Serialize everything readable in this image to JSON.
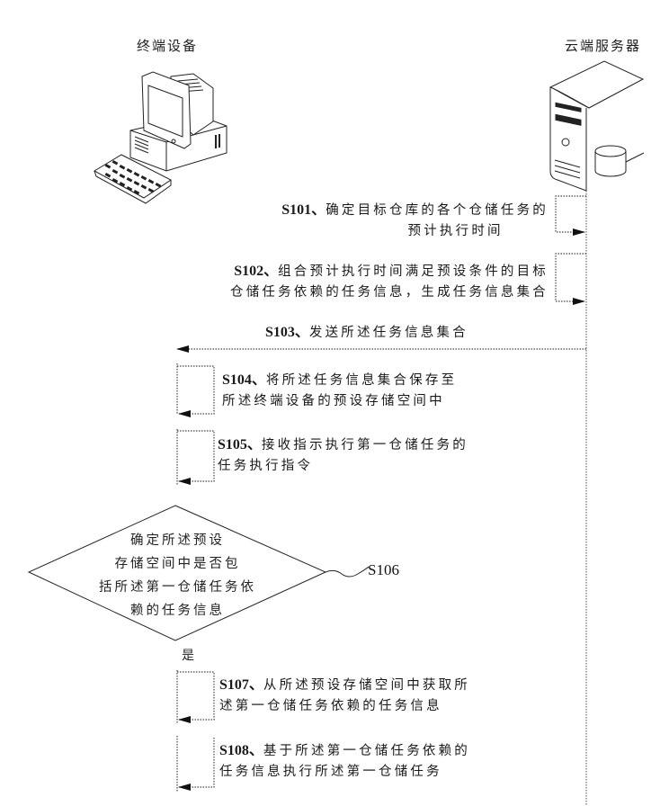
{
  "actors": {
    "terminal": {
      "label": "终端设备",
      "icon": "desktop-computer-icon"
    },
    "server": {
      "label": "云端服务器",
      "icon": "server-database-icon"
    }
  },
  "steps": [
    {
      "id": "S101",
      "code": "S101、",
      "line1": "确定目标仓库的各个仓储任务的",
      "line2": "预计执行时间",
      "owner": "server",
      "type": "self-loop"
    },
    {
      "id": "S102",
      "code": "S102、",
      "line1": "组合预计执行时间满足预设条件的目标",
      "line2": "仓储任务依赖的任务信息，生成任务信息集合",
      "owner": "server",
      "type": "self-loop"
    },
    {
      "id": "S103",
      "code": "S103、",
      "line1": "发送所述任务信息集合",
      "line2": "",
      "from": "server",
      "to": "terminal",
      "type": "message"
    },
    {
      "id": "S104",
      "code": "S104、",
      "line1": "将所述任务信息集合保存至",
      "line2": "所述终端设备的预设存储空间中",
      "owner": "terminal",
      "type": "self-loop"
    },
    {
      "id": "S105",
      "code": "S105、",
      "line1": "接收指示执行第一仓储任务的",
      "line2": "任务执行指令",
      "owner": "terminal",
      "type": "self-loop"
    },
    {
      "id": "S107",
      "code": "S107、",
      "line1": "从所述预设存储空间中获取所",
      "line2": "述第一仓储任务依赖的任务信息",
      "owner": "terminal",
      "type": "self-loop"
    },
    {
      "id": "S108",
      "code": "S108、",
      "line1": "基于所述第一仓储任务依赖的",
      "line2": "任务信息执行所述第一仓储任务",
      "owner": "terminal",
      "type": "self-loop"
    }
  ],
  "decision": {
    "id": "S106",
    "label": "S106",
    "lines": [
      "确定所述预设",
      "存储空间中是否包",
      "括所述第一仓储任务依",
      "赖的任务信息"
    ],
    "yes_label": "是"
  },
  "colors": {
    "line": "#333333",
    "dotted": "#555555",
    "text": "#1a1a1a"
  }
}
